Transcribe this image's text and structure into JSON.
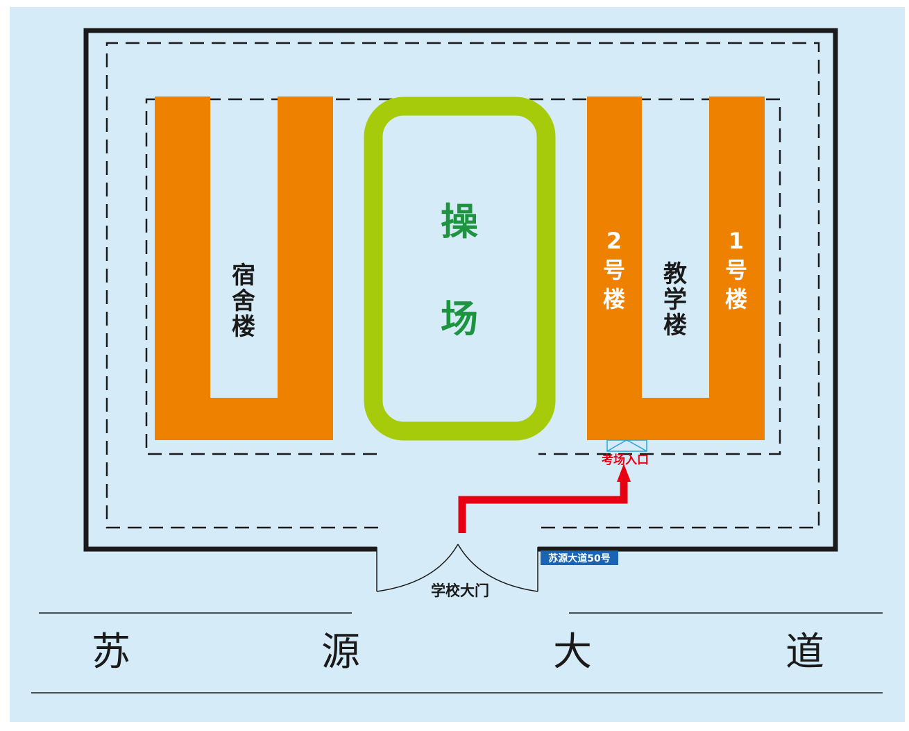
{
  "buildings": {
    "dormitory_label": "宿舍楼",
    "teaching_label": "教学楼",
    "building2_label": "2号楼",
    "building1_label": "1号楼"
  },
  "playground": {
    "label": "操场"
  },
  "entrance": {
    "exam_entrance_label": "考场入口",
    "school_gate_label": "学校大门",
    "address_label": "苏源大道50号"
  },
  "road": {
    "name_chars": [
      "苏",
      "源",
      "大",
      "道"
    ]
  },
  "colors": {
    "background": "#d6ebf8",
    "building": "#ee8100",
    "playground_ring": "#a6cb0a",
    "playground_text": "#1f9440",
    "route_arrow": "#e60012",
    "address_badge": "#1b64b3",
    "wall": "#1a1a1a"
  }
}
